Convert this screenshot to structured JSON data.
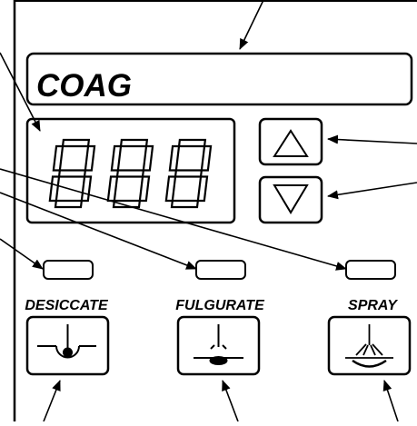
{
  "mode_display": {
    "label": "COAG"
  },
  "power_readout": {
    "digits": "888"
  },
  "controls": {
    "increase": {
      "icon": "up-triangle-icon"
    },
    "decrease": {
      "icon": "down-triangle-icon"
    }
  },
  "modes": [
    {
      "label": "DESICCATE",
      "icon": "desiccate-electrode-icon"
    },
    {
      "label": "FULGURATE",
      "icon": "fulgurate-electrode-icon"
    },
    {
      "label": "SPRAY",
      "icon": "spray-electrode-icon"
    }
  ],
  "colors": {
    "ink": "#000000",
    "background": "#ffffff"
  }
}
